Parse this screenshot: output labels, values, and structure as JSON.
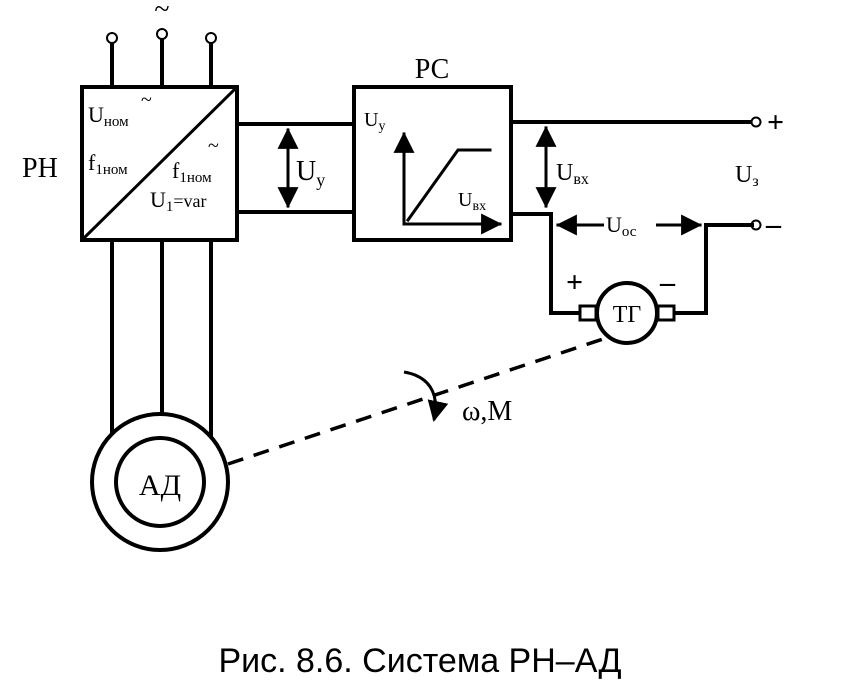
{
  "labels": {
    "ac_supply": "~",
    "rn": "РН",
    "rn_unom": "U",
    "rn_unom_sub": "ном",
    "rn_f1nom": "f",
    "rn_f1nom_sub": "1ном",
    "rn_f1nom_right": "f",
    "rn_f1nom_right_sub": "1ном",
    "rn_u1": "U",
    "rn_u1_sub": "1",
    "rn_u1_var": "=var",
    "uy": "U",
    "uy_sub": "у",
    "rs": "РС",
    "rs_uy": "U",
    "rs_uy_sub": "у",
    "rs_uvx": "U",
    "rs_uvx_sub": "вх",
    "uvx": "U",
    "uvx_sub": "вх",
    "uz": "U",
    "uz_sub": "з",
    "plus_terminal": "+",
    "minus_terminal": "–",
    "uoc": "U",
    "uoc_sub": "ос",
    "tg_plus": "+",
    "tg_minus": "–",
    "tg": "ТГ",
    "omega_m": "ω,M",
    "ad": "АД"
  },
  "caption": "Рис. 8.6. Система РН–АД"
}
